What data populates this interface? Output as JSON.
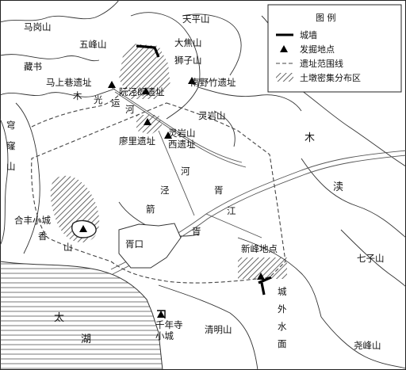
{
  "legend": {
    "title": "图 例",
    "items": [
      {
        "key": "wall",
        "label": "城墙"
      },
      {
        "key": "site",
        "label": "发掘地点"
      },
      {
        "key": "boundary",
        "label": "遗址范围线"
      },
      {
        "key": "mound",
        "label": "土墩密集分布区"
      }
    ]
  },
  "labels": {
    "magangshan": "马岗山",
    "wufengshan": "五峰山",
    "tianpingshan": "天平山",
    "dajiaoshan": "大焦山",
    "shizishan": "狮子山",
    "cangshu": "藏书",
    "mashangxiang": "马上巷遗址",
    "ruanjinglang": "阮泾郎遗址",
    "nanyezhu": "南野竹遗址",
    "muguang1": "木",
    "muguang2": "光",
    "muguang3": "运",
    "muguang4": "河",
    "lingyanshan": "灵岩山",
    "liaoli": "廖里遗址",
    "lingyanxi1": "灵岩山",
    "lingyanxi2": "西遗址",
    "qionglong1": "穹",
    "qionglong2": "窿",
    "qionglong3": "山",
    "mu": "木",
    "du": "渎",
    "xujiang1": "胥",
    "xujiang2": "江",
    "jingxu1": "泾",
    "jingxu2": "箭",
    "he": "河",
    "xu2": "胥",
    "xukou": "胥口",
    "hefeng": "合丰小城",
    "xiang": "香",
    "shan": "山",
    "xinfeng": "新峰地点",
    "qizishan": "七子山",
    "tai": "太",
    "hu": "湖",
    "qianniansi1": "千年寺",
    "qianniansi2": "小城",
    "qingmingshan": "清明山",
    "chengwai1": "城",
    "chengwai2": "外",
    "chengwai3": "水",
    "chengwai4": "面",
    "yaofengshan": "尧峰山"
  }
}
